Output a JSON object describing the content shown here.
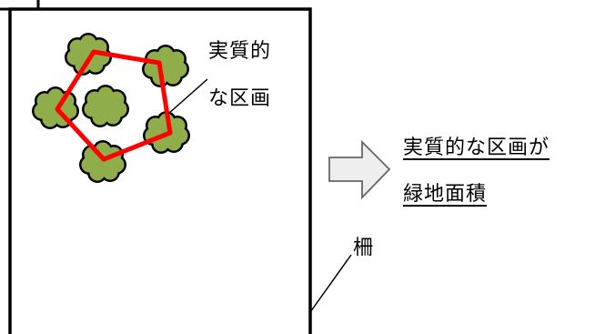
{
  "labels": {
    "real_area_line1": "実質的",
    "real_area_line2": "な区画",
    "result_line1": "実質的な区画が",
    "result_line2": "緑地面積",
    "fence": "柵"
  },
  "colors": {
    "tree_fill": "#8fad4a",
    "tree_outline": "#000000",
    "polygon_stroke": "#ff0000",
    "fence_stroke": "#000000",
    "arrow_fill": "#eeeeee",
    "arrow_stroke": "#666666"
  },
  "icons": {
    "tree": "tree-canopy-icon",
    "arrow": "right-arrow-icon"
  }
}
